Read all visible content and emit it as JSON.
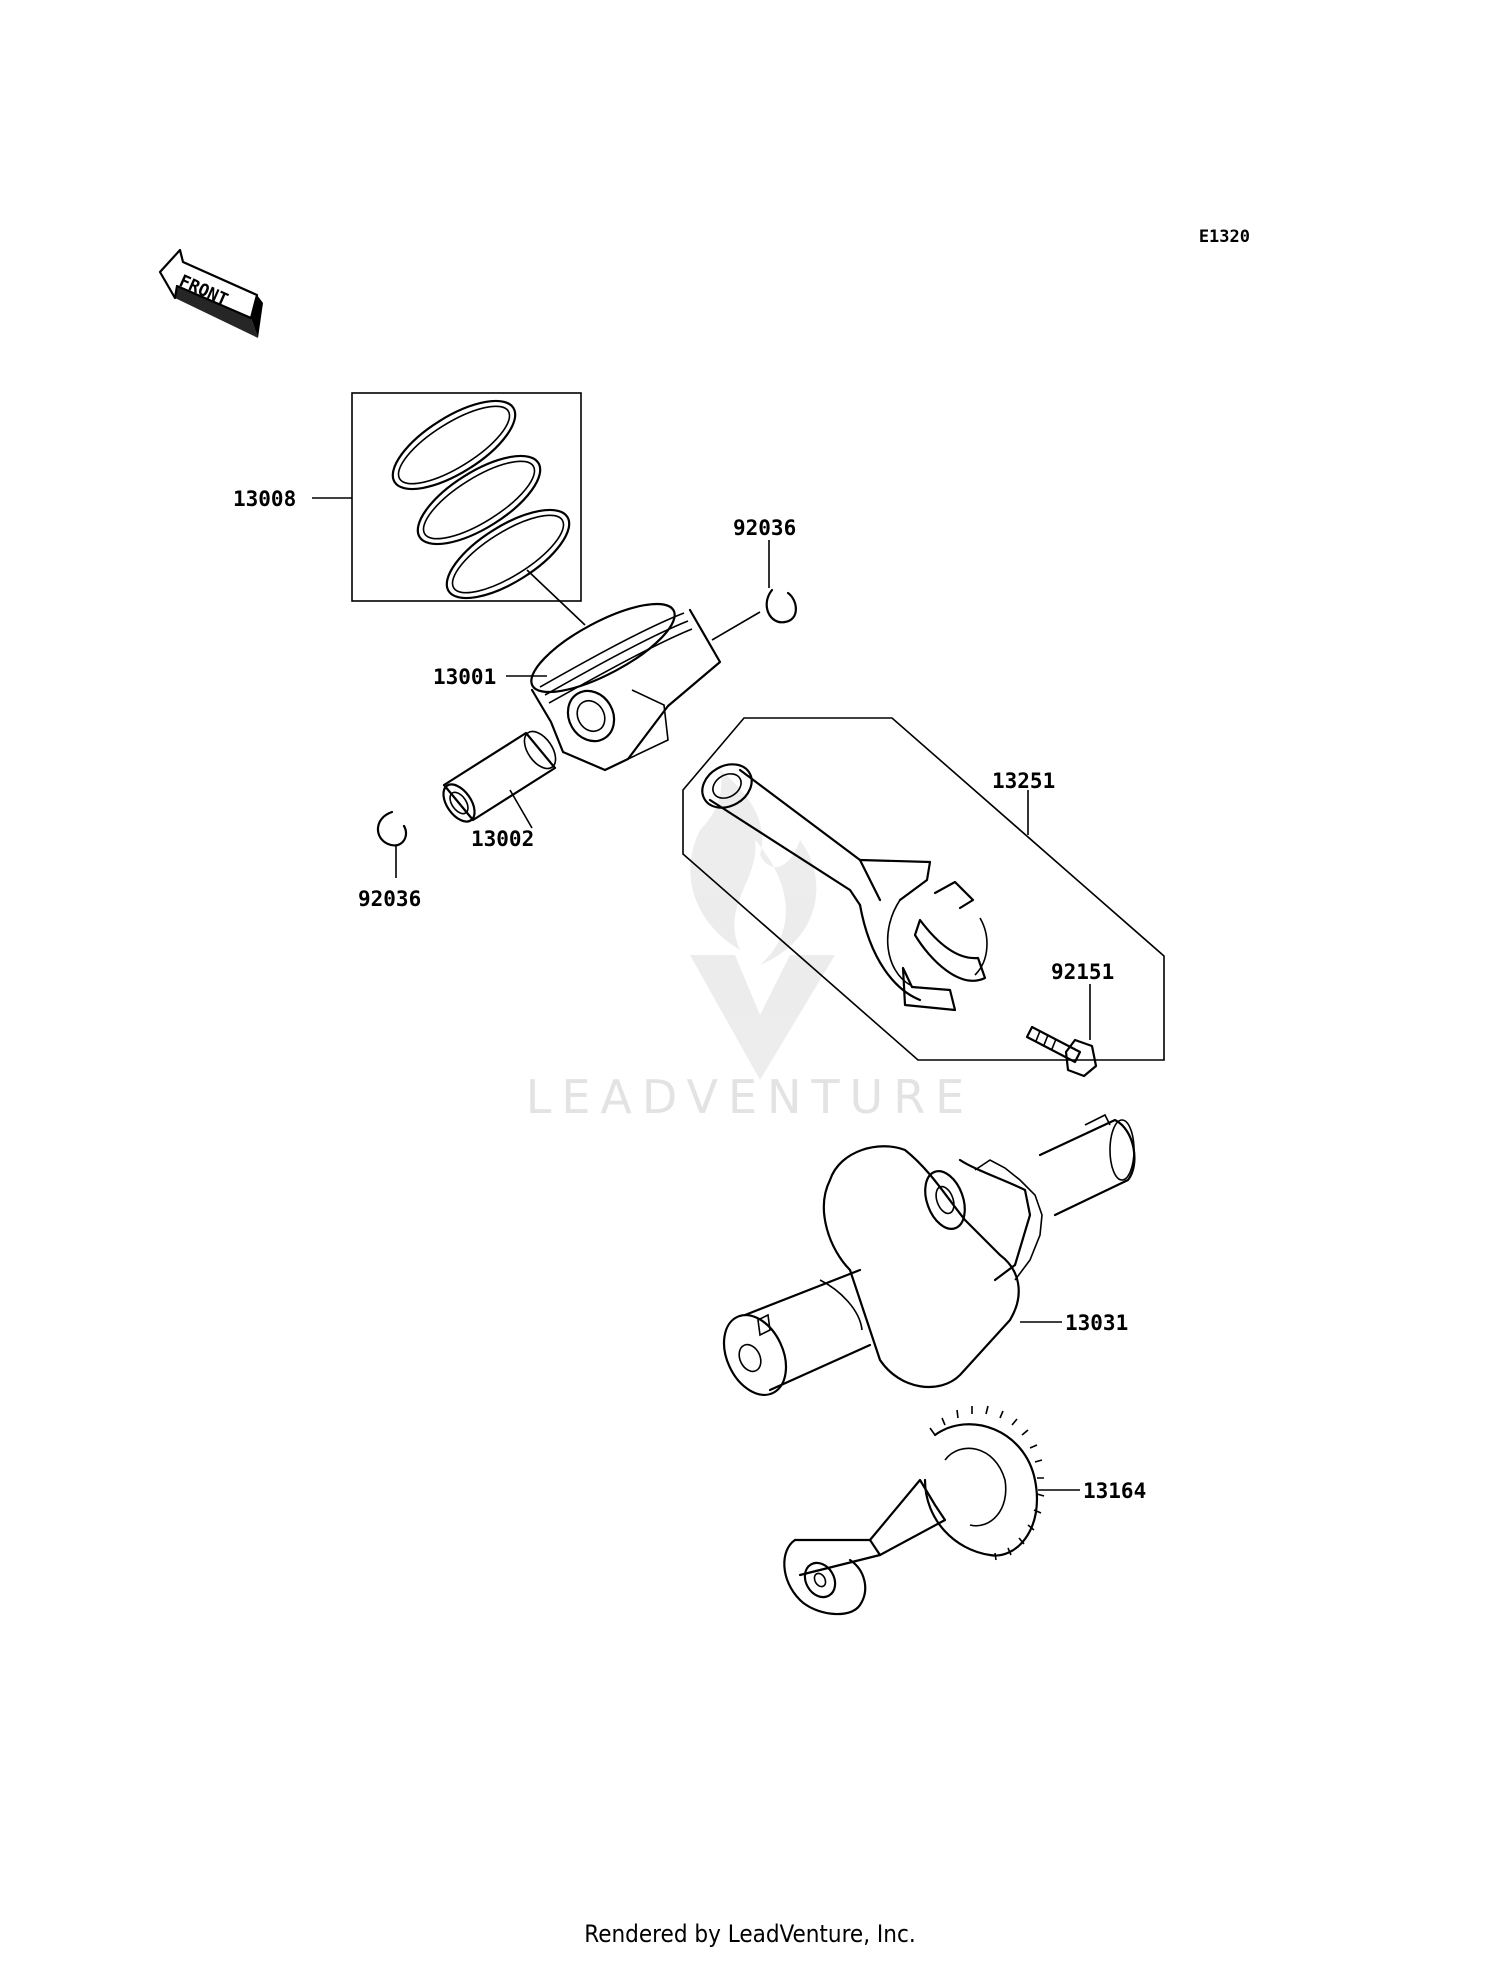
{
  "diagram_code": "E1320",
  "front_arrow": {
    "label": "FRONT",
    "icon": "front-direction-arrow-icon"
  },
  "callouts": {
    "c13008": "13008",
    "c92036_top": "92036",
    "c13001": "13001",
    "c13002": "13002",
    "c92036_left": "92036",
    "c13251": "13251",
    "c92151": "92151",
    "c13031": "13031",
    "c13164": "13164"
  },
  "watermark": {
    "text": "LEADVENTURE",
    "icon": "leadventure-logo-icon"
  },
  "footer": "Rendered by LeadVenture, Inc."
}
